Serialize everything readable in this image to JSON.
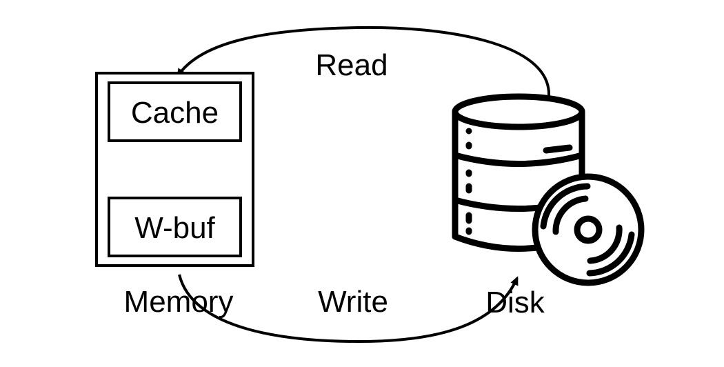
{
  "diagram": {
    "memory": {
      "label": "Memory",
      "cache_label": "Cache",
      "wbuf_label": "W-buf"
    },
    "disk": {
      "label": "Disk"
    },
    "arrows": {
      "read_label": "Read",
      "write_label": "Write"
    },
    "colors": {
      "stroke": "#000000",
      "background": "#ffffff"
    },
    "icons": [
      "database-icon",
      "disc-icon"
    ]
  }
}
